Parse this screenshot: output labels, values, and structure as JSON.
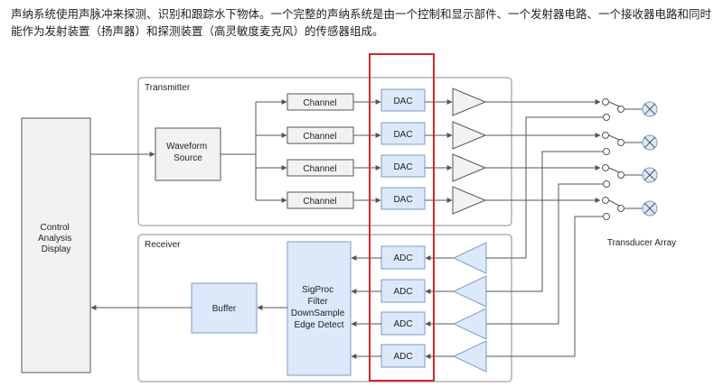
{
  "caption": "声纳系统使用声脉冲来探测、识别和跟踪水下物体。一个完整的声纳系统是由一个控制和显示部件、一个发射器电路、一个接收器电路和同时能作为发射装置（扬声器）和探测装置（高灵敏度麦克风）的传感器组成。",
  "control": {
    "lines": [
      "Control",
      "Analysis",
      "Display"
    ]
  },
  "transmitter": {
    "title": "Transmitter",
    "waveform_lines": [
      "Waveform",
      "Source"
    ],
    "channels": [
      "Channel",
      "Channel",
      "Channel",
      "Channel"
    ],
    "dacs": [
      "DAC",
      "DAC",
      "DAC",
      "DAC"
    ]
  },
  "receiver": {
    "title": "Receiver",
    "adcs": [
      "ADC",
      "ADC",
      "ADC",
      "ADC"
    ],
    "sigproc_lines": [
      "SigProc",
      "Filter",
      "DownSample",
      "Edge Detect"
    ],
    "buffer": "Buffer"
  },
  "transducer_label": "Transducer Array",
  "colors": {
    "block_fill": "#dbe9fb",
    "block_stroke": "#7a9cc6",
    "gray_fill": "#f2f2f2",
    "stroke": "#555555",
    "highlight": "#cc2b2b"
  }
}
